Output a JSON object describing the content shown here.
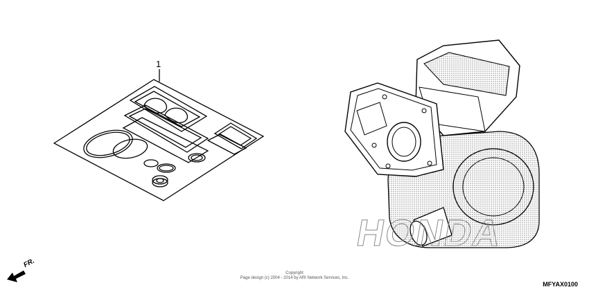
{
  "callout": "1",
  "direction": "FR.",
  "copyright_title": "Copyright",
  "copyright_line": "Page design (c) 2004 - 2014 by ARI Network Services, Inc.",
  "diagram_code": "MFYAX0100",
  "watermark": "HONDA",
  "icons": {
    "arrow": "fr-arrow-icon",
    "gasket_kit": "gasket-kit-icon",
    "engine": "engine-icon"
  }
}
